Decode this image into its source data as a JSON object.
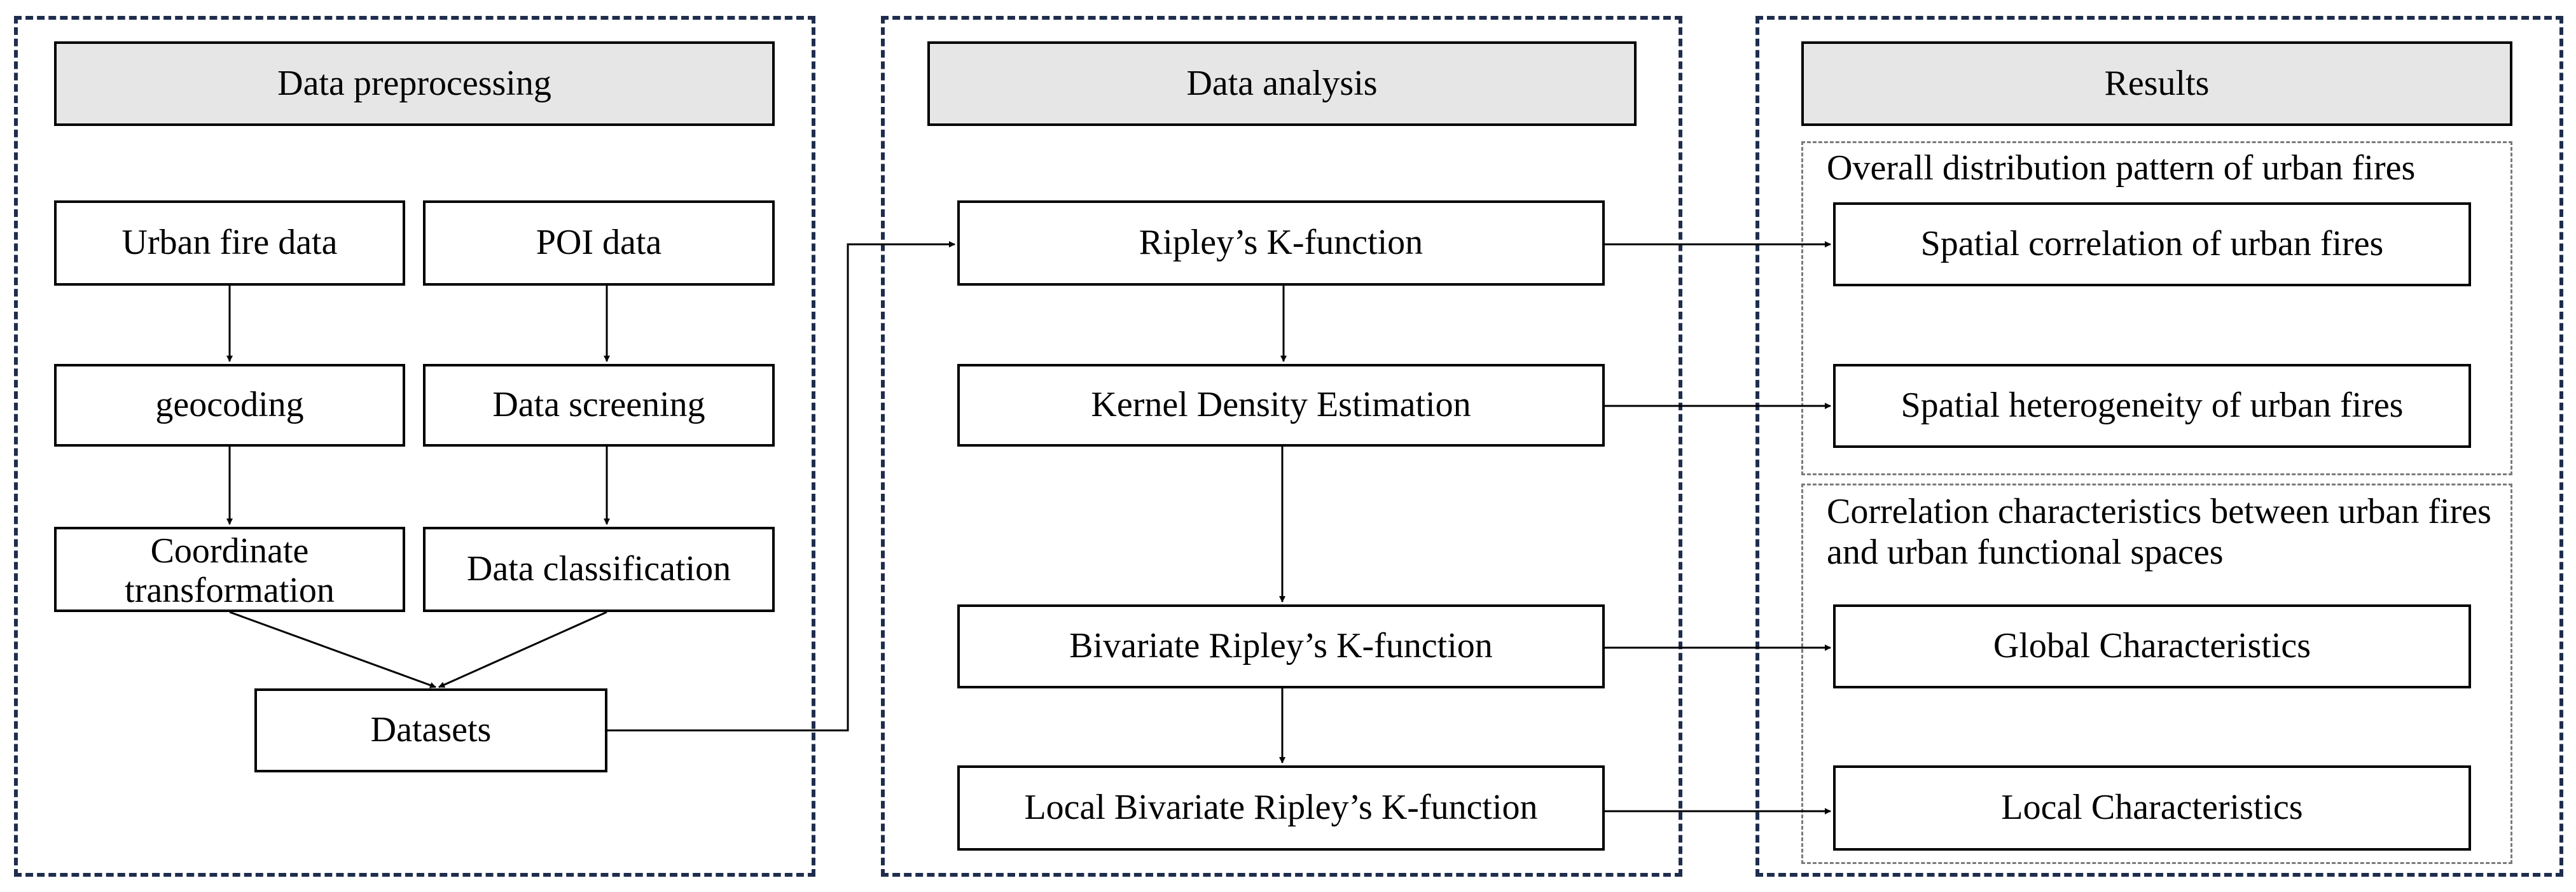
{
  "columns": {
    "preprocessing": {
      "header": "Data preprocessing",
      "urban_fire_data": "Urban fire data",
      "poi_data": "POI data",
      "geocoding": "geocoding",
      "data_screening": "Data screening",
      "coordinate_transformation": "Coordinate transformation",
      "data_classification": "Data classification",
      "datasets": "Datasets"
    },
    "analysis": {
      "header": "Data analysis",
      "ripley_k": "Ripley’s K-function",
      "kde": "Kernel Density Estimation",
      "bivariate_ripley_k": "Bivariate Ripley’s K-function",
      "local_bivariate_ripley_k": "Local Bivariate Ripley’s K-function"
    },
    "results": {
      "header": "Results",
      "group_overall_title": "Overall distribution pattern of urban fires",
      "spatial_correlation": "Spatial correlation of urban fires",
      "spatial_heterogeneity": "Spatial heterogeneity of urban fires",
      "group_correlation_title": "Correlation characteristics between urban fires and urban functional spaces",
      "global_characteristics": "Global Characteristics",
      "local_characteristics": "Local Characteristics"
    }
  },
  "colors": {
    "panel_border": "#1f2d4d",
    "subpanel_border": "#7a7a7a",
    "header_fill": "#e6e6e6",
    "box_border": "#000000"
  }
}
